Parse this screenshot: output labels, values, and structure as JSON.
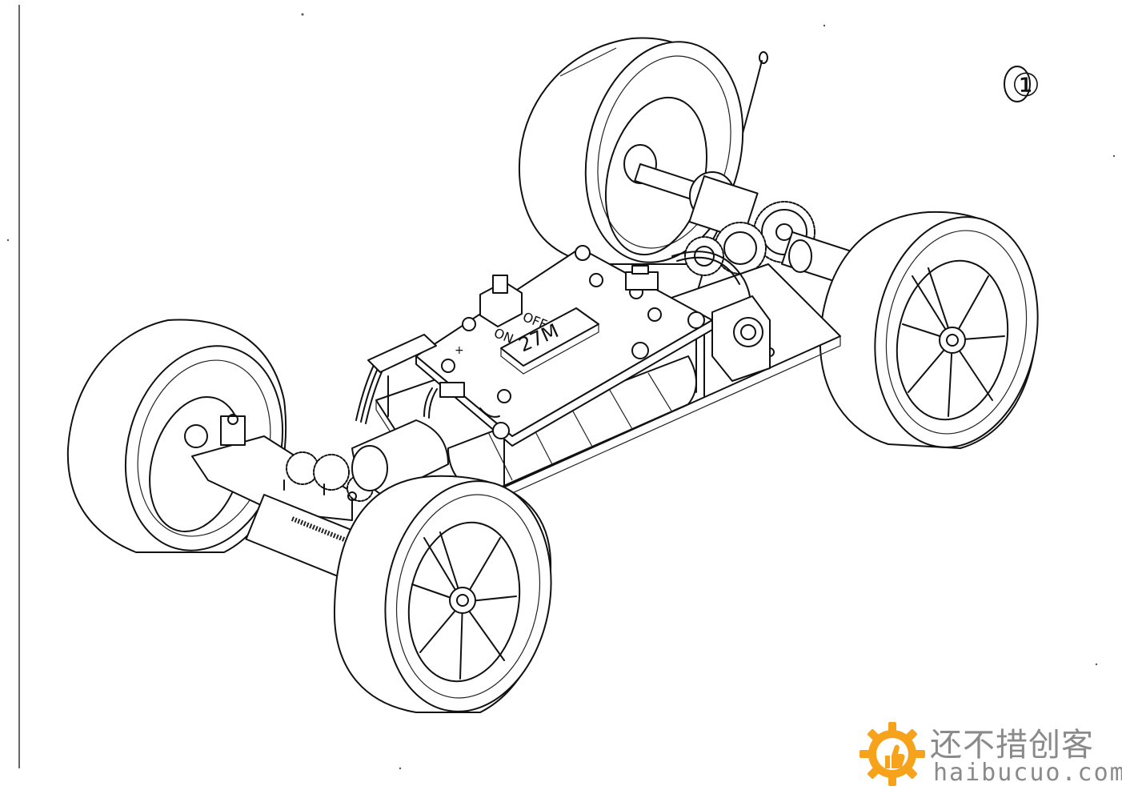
{
  "diagram": {
    "step_number": "①",
    "board": {
      "switch_on": "ON",
      "switch_off": "OFF",
      "frequency_label": "27M",
      "polarity_plus": "+"
    }
  },
  "watermark": {
    "title": "还不措创客",
    "url": "haibucuo.com",
    "logo_icon": "gear-thumbs-up-icon",
    "colors": {
      "gear": "#f6a21a",
      "text": "#8a8a8a"
    }
  }
}
